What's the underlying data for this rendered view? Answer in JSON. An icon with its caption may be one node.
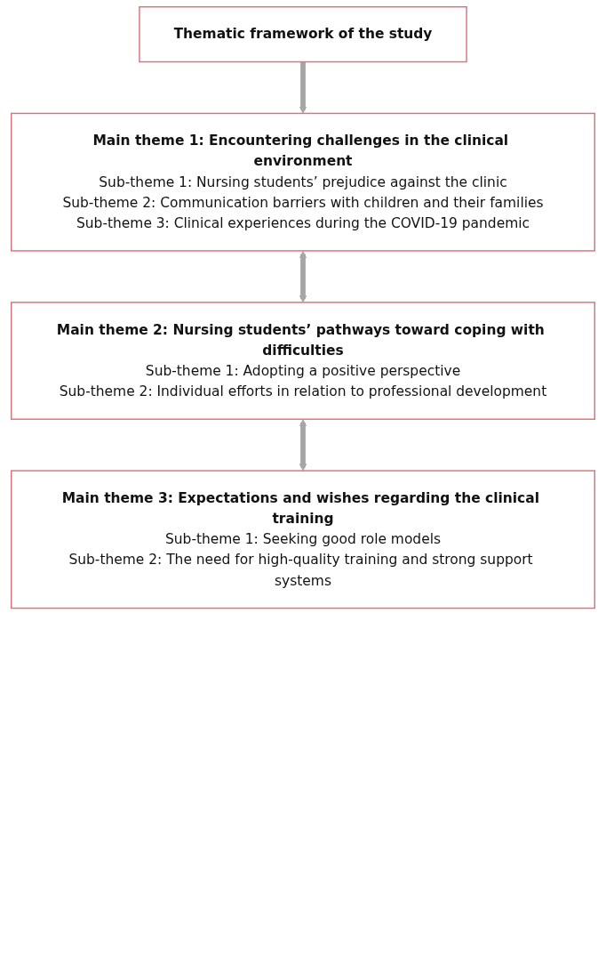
{
  "diagram": {
    "nodes": [
      {
        "text": [
          "Thematic framework of the study"
        ]
      },
      {
        "text": [
          "Main theme 1: Encountering challenges in the clinical environment",
          "Sub-theme 1: Nursing students’ prejudice against the clinic",
          "Sub-theme 2: Communication barriers with children and their families",
          "Sub-theme 3: Clinical experiences during the COVID-19 pandemic"
        ]
      },
      {
        "text": [
          "Main theme 2: Nursing students’ pathways toward coping with difficulties",
          "Sub-theme 1: Adopting a positive perspective",
          "Sub-theme 2: Individual efforts in relation to professional development"
        ]
      },
      {
        "text": [
          "Main theme 3: Expectations and wishes regarding the clinical training",
          "Sub-theme 1: Seeking good role models",
          "Sub-theme 2: The need for high-quality training and strong support systems"
        ]
      }
    ],
    "edges": [
      {
        "from": 0,
        "to": 1,
        "arrow": "to"
      },
      {
        "from": 1,
        "to": 2,
        "arrow": "both"
      },
      {
        "from": 2,
        "to": 3,
        "arrow": "both"
      }
    ]
  }
}
